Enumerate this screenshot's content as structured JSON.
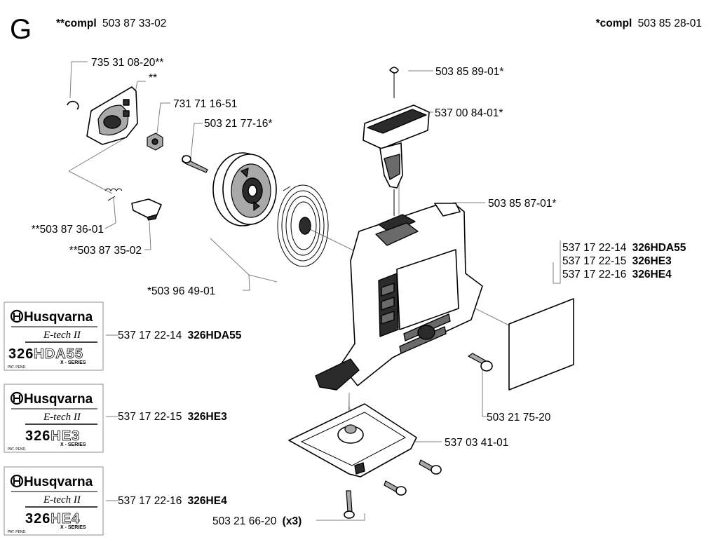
{
  "section_letter": "G",
  "header": {
    "left_prefix": "**compl",
    "left_number": "503 87 33-02",
    "right_prefix": "*compl",
    "right_number": "503 85 28-01"
  },
  "callouts": {
    "c1": "735 31 08-20**",
    "c2": "**",
    "c3": "731 71 16-51",
    "c4": "503 21 77-16*",
    "c5": "503 85 89-01*",
    "c6": "537 00 84-01*",
    "c7": "503 85 87-01*",
    "c8": "**503 87 36-01",
    "c9": "**503 87 35-02",
    "c10": "*503 96 49-01",
    "c11": "503 21 75-20",
    "c12": "537 03 41-01",
    "c13_num": "503 21 66-20",
    "c13_qty": "(x3)"
  },
  "decal_group": [
    {
      "number": "537 17 22-14",
      "model": "326HDA55"
    },
    {
      "number": "537 17 22-15",
      "model": "326HE3"
    },
    {
      "number": "537 17 22-16",
      "model": "326HE4"
    }
  ],
  "decals": [
    {
      "brand": "Husqvarna",
      "line": "E-tech II",
      "model_prefix": "326",
      "model_suffix": "HDA55",
      "series": "X - SERIES",
      "pat": "PAT. PEND.",
      "number": "537 17 22-14",
      "model": "326HDA55"
    },
    {
      "brand": "Husqvarna",
      "line": "E-tech II",
      "model_prefix": "326",
      "model_suffix": "HE3",
      "series": "X - SERIES",
      "pat": "PAT. PEND.",
      "number": "537 17 22-15",
      "model": "326HE3"
    },
    {
      "brand": "Husqvarna",
      "line": "E-tech II",
      "model_prefix": "326",
      "model_suffix": "HE4",
      "series": "X - SERIES",
      "pat": "PAT. PEND.",
      "number": "537 17 22-16",
      "model": "326HE4"
    }
  ]
}
